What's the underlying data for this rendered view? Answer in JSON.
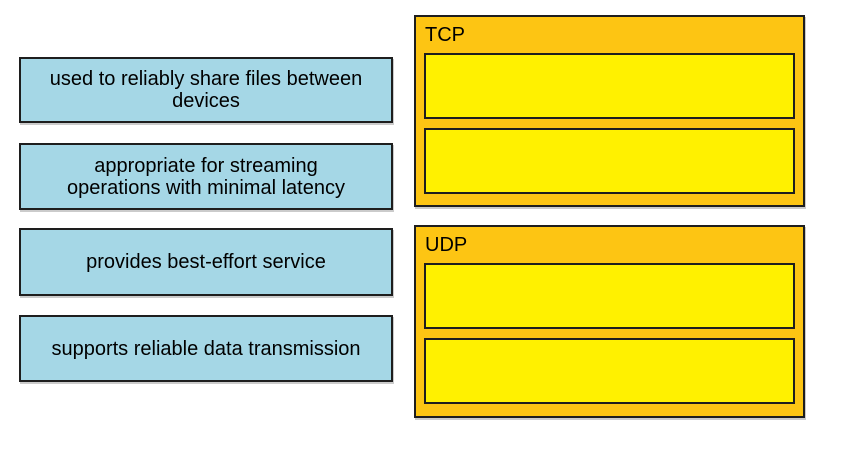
{
  "colors": {
    "option_fill": "#A5D7E6",
    "target_fill": "#FDC513",
    "slot_fill": "#FFF100",
    "box_border": "#1E1E1E",
    "text": "#000000",
    "background": "#FFFFFF"
  },
  "options": [
    {
      "label": "used to reliably share files between\ndevices"
    },
    {
      "label": "appropriate for streaming\noperations with minimal latency"
    },
    {
      "label": "provides best-effort service"
    },
    {
      "label": "supports reliable data transmission"
    }
  ],
  "targets": [
    {
      "title": "TCP",
      "slot_count": 2
    },
    {
      "title": "UDP",
      "slot_count": 2
    }
  ]
}
